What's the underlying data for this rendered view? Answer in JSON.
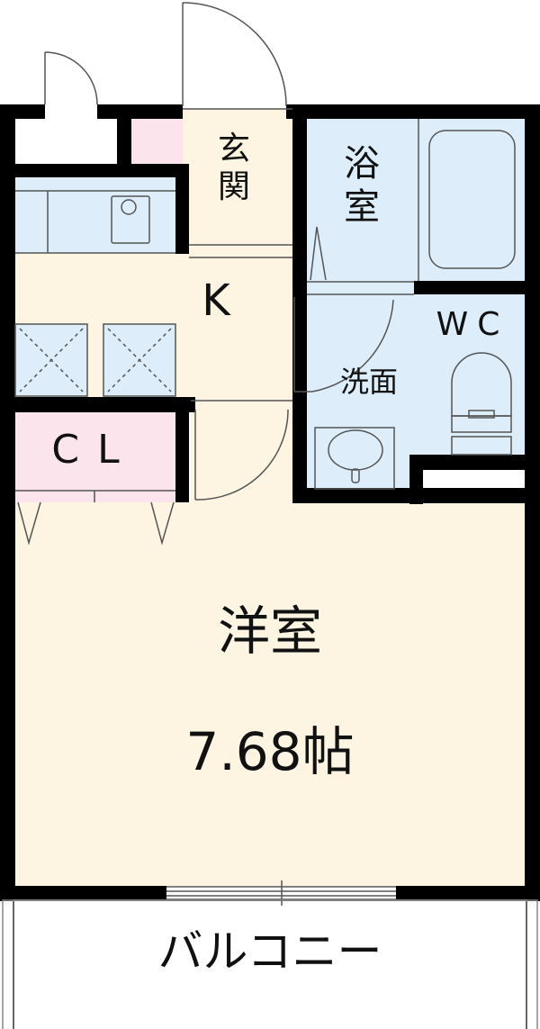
{
  "floorplan": {
    "rooms": {
      "entrance": {
        "label_line1": "玄",
        "label_line2": "関"
      },
      "bath": {
        "label_line1": "浴",
        "label_line2": "室"
      },
      "kitchen": {
        "label": "K"
      },
      "toilet": {
        "label": "WC"
      },
      "washroom": {
        "label": "洗面"
      },
      "closet": {
        "label": "CL"
      },
      "western_room": {
        "label": "洋室",
        "size": "7.68帖"
      },
      "balcony": {
        "label": "バルコニー"
      }
    },
    "colors": {
      "living": "#fdf5e2",
      "wet_area": "#ddeefa",
      "storage": "#fbe4ec",
      "wall": "#000000"
    }
  }
}
